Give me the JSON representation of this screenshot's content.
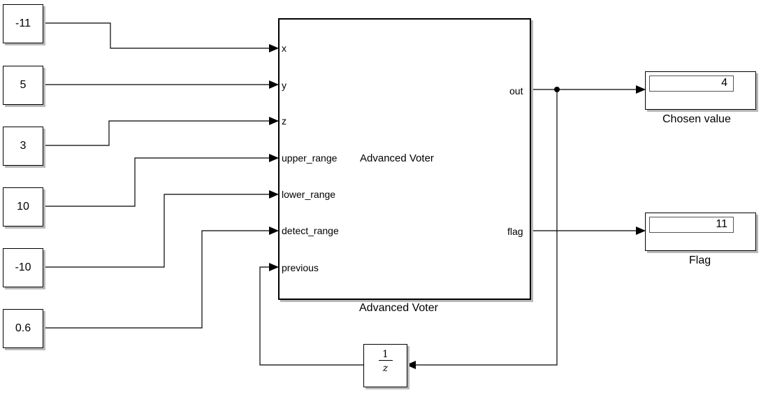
{
  "constants": [
    "-11",
    "5",
    "3",
    "10",
    "-10",
    "0.6"
  ],
  "subsystem": {
    "name": "Advanced Voter",
    "caption": "Advanced Voter",
    "inputs": [
      "x",
      "y",
      "z",
      "upper_range",
      "lower_range",
      "detect_range",
      "previous"
    ],
    "outputs": [
      "out",
      "flag"
    ]
  },
  "displays": [
    {
      "label": "Chosen value",
      "value": "4"
    },
    {
      "label": "Flag",
      "value": "11"
    }
  ],
  "unit_delay": {
    "numerator": "1",
    "denominator": "z"
  }
}
